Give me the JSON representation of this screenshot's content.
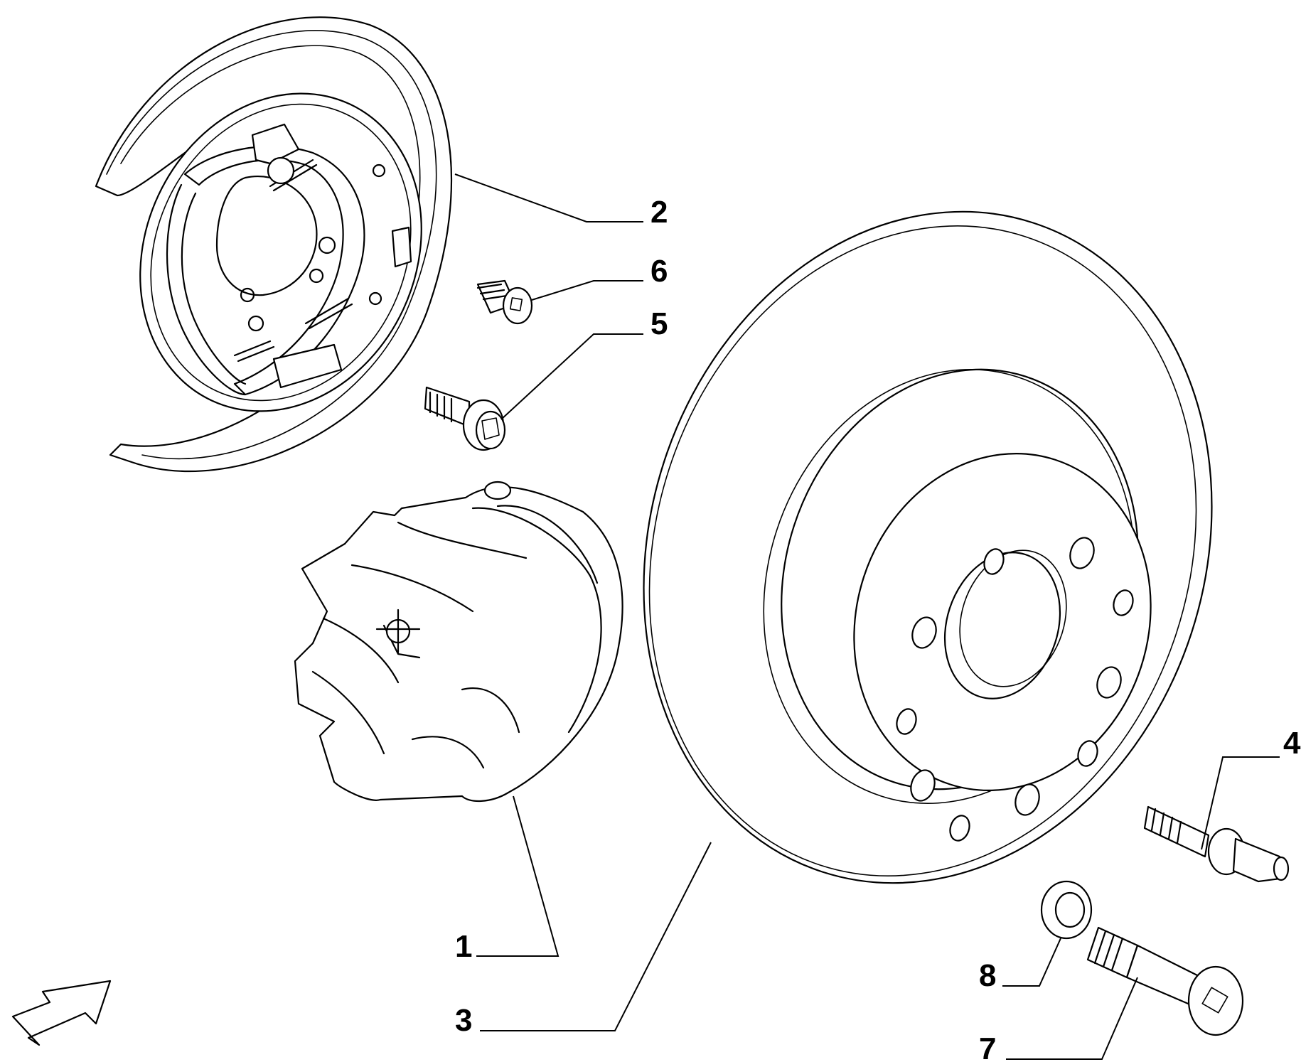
{
  "callouts": [
    {
      "id": "1",
      "label": "1",
      "part": "brake-caliper"
    },
    {
      "id": "2",
      "label": "2",
      "part": "backing-plate-with-shoes"
    },
    {
      "id": "3",
      "label": "3",
      "part": "brake-disc"
    },
    {
      "id": "4",
      "label": "4",
      "part": "wheel-stud"
    },
    {
      "id": "5",
      "label": "5",
      "part": "flange-bolt"
    },
    {
      "id": "6",
      "label": "6",
      "part": "socket-head-bolt"
    },
    {
      "id": "7",
      "label": "7",
      "part": "caliper-bolt"
    },
    {
      "id": "8",
      "label": "8",
      "part": "washer"
    }
  ],
  "icons": {
    "direction_arrow": "direction-arrow-icon"
  }
}
